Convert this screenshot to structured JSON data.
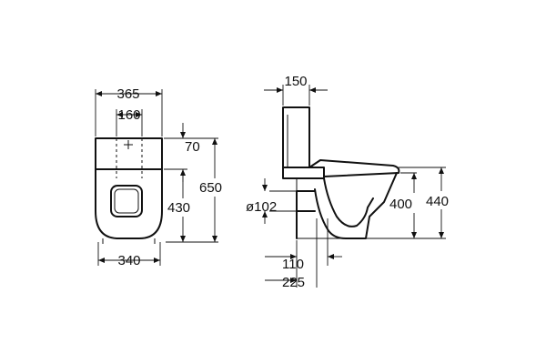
{
  "front_view": {
    "dims": {
      "overall_width": "365",
      "fixing_spacing": "160",
      "fixing_offset": "70",
      "overall_height": "650",
      "fixing_to_bottom": "430",
      "base_width": "340"
    }
  },
  "side_view": {
    "dims": {
      "cistern_depth": "150",
      "pipe_diameter": "ø102",
      "outlet_height": "400",
      "seat_height": "440",
      "outlet_to_wall": "110",
      "outlet_to_wall_total": "225"
    }
  }
}
